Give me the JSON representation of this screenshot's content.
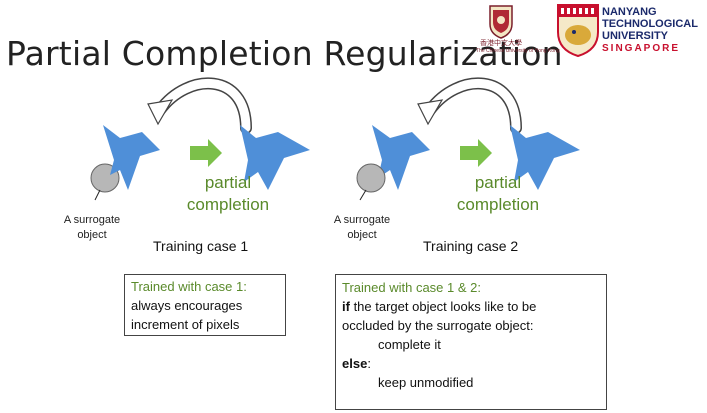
{
  "slide": {
    "title": "Partial Completion Regularization",
    "logos": {
      "cuhk_cn": "香港中文大學",
      "cuhk_en": "The Chinese University of Hong Kong",
      "ntu_line1": "NANYANG",
      "ntu_line2": "TECHNOLOGICAL",
      "ntu_line3": "UNIVERSITY",
      "ntu_sg": "SINGAPORE"
    },
    "case1": {
      "partial": "partial",
      "completion": "completion",
      "surrogate_line1": "A surrogate",
      "surrogate_line2": "object",
      "caption": "Training case 1",
      "box_title": "Trained with case 1:",
      "box_line1": "always encourages",
      "box_line2": "increment of pixels"
    },
    "case2": {
      "partial": "partial",
      "completion": "completion",
      "surrogate_line1": "A surrogate",
      "surrogate_line2": "object",
      "caption": "Training case 2",
      "box_title": "Trained with case 1 & 2:",
      "if_kw": "if",
      "if_rest": " the target object looks like to be",
      "line2": "occluded by the surrogate object:",
      "line3": "complete it",
      "else_kw": "else",
      "else_rest": ":",
      "line5": "keep unmodified"
    }
  },
  "colors": {
    "plane_blue": "#4f8fd8",
    "arrow_green": "#7cc04a",
    "text_green": "#5a8a2b",
    "circle_gray": "#b7b7b7",
    "cuhk_maroon": "#7a1f2b",
    "ntu_navy": "#1b2a6b",
    "ntu_red": "#c8102e"
  },
  "icons": [
    "cuhk-logo-icon",
    "ntu-logo-icon",
    "plane-shape-icon",
    "right-arrow-icon",
    "curved-arrow-icon"
  ]
}
